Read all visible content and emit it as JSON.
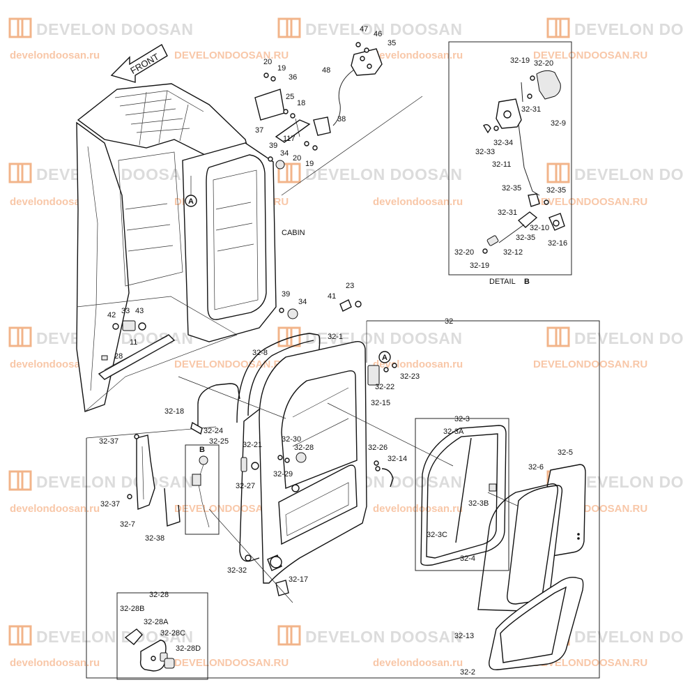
{
  "watermark": {
    "brand": "DEVELON DOOSAN",
    "url_lower": "develondoosan.ru",
    "url_upper": "DEVELONDOOSAN.RU"
  },
  "captions": {
    "front": "FRONT",
    "cabin": "CABIN",
    "detail_b_prefix": "DETAIL",
    "detail_b_letter": "B",
    "callout_a": "A",
    "callout_b": "B"
  },
  "labels": {
    "p47": "47",
    "p46": "46",
    "p35": "35",
    "p48": "48",
    "p20a": "20",
    "p19a": "19",
    "p36": "36",
    "p25": "25",
    "p18": "18",
    "p38": "38",
    "p37": "37",
    "p117": "117",
    "p39a": "39",
    "p34a": "34",
    "p20b": "20",
    "p19b": "19",
    "p39b": "39",
    "p34b": "34",
    "p41": "41",
    "p23": "23",
    "p42": "42",
    "p33": "33",
    "p43": "43",
    "p11": "11",
    "p28": "28",
    "p32": "32",
    "p32_8": "32-8",
    "p32_1": "32-1",
    "p32_22": "32-22",
    "p32_23": "32-23",
    "p32_15": "32-15",
    "p32_18": "32-18",
    "p32_24": "32-24",
    "p32_25": "32-25",
    "p32_37a": "32-37",
    "p32_37b": "32-37",
    "p32_7": "32-7",
    "p32_38": "32-38",
    "p32_21": "32-21",
    "p32_30": "32-30",
    "p32_28a": "32-28",
    "p32_27": "32-27",
    "p32_29": "32-29",
    "p32_26": "32-26",
    "p32_14": "32-14",
    "p32_32": "32-32",
    "p32_17": "32-17",
    "p32_3": "32-3",
    "p32_3A": "32-3A",
    "p32_3B": "32-3B",
    "p32_3C": "32-3C",
    "p32_5": "32-5",
    "p32_6": "32-6",
    "p32_4": "32-4",
    "p32_13": "32-13",
    "p32_2": "32-2",
    "p32_28": "32-28",
    "p32_28B": "32-28B",
    "p32_28A": "32-28A",
    "p32_28C": "32-28C",
    "p32_28D": "32-28D",
    "d32_19a": "32-19",
    "d32_20a": "32-20",
    "d32_31a": "32-31",
    "d32_9": "32-9",
    "d32_34": "32-34",
    "d32_33": "32-33",
    "d32_11": "32-11",
    "d32_35a": "32-35",
    "d32_35b": "32-35",
    "d32_31b": "32-31",
    "d32_10": "32-10",
    "d32_35c": "32-35",
    "d32_16": "32-16",
    "d32_20b": "32-20",
    "d32_12": "32-12",
    "d32_19b": "32-19"
  }
}
